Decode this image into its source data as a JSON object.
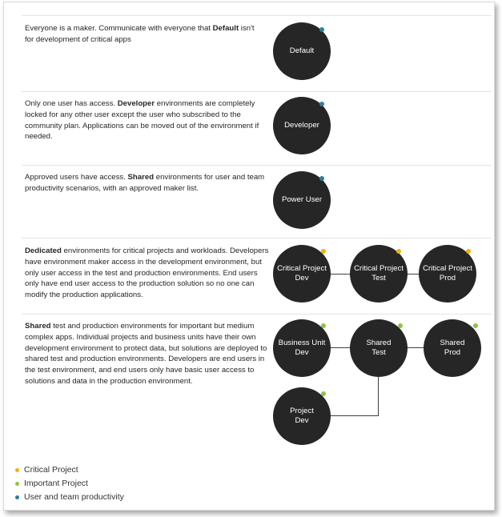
{
  "colors": {
    "critical": "#f0b400",
    "important": "#8cc63f",
    "productivity": "#2f7f97",
    "node_fill": "#262626"
  },
  "rows": [
    {
      "segments": [
        {
          "t": "Everyone is a maker. Communicate with everyone that ",
          "b": false
        },
        {
          "t": "Default",
          "b": true
        },
        {
          "t": " isn't for development of critical apps",
          "b": false
        }
      ],
      "nodes": [
        {
          "label": "Default",
          "category": "productivity"
        }
      ]
    },
    {
      "segments": [
        {
          "t": "Only one user has access. ",
          "b": false
        },
        {
          "t": "Developer",
          "b": true
        },
        {
          "t": " environments are completely locked for any other user except the user who subscribed to the community plan. Applications can be moved out of the environment if needed.",
          "b": false
        }
      ],
      "nodes": [
        {
          "label": "Developer",
          "category": "productivity"
        }
      ]
    },
    {
      "segments": [
        {
          "t": "Approved users have access. ",
          "b": false
        },
        {
          "t": "Shared",
          "b": true
        },
        {
          "t": " environments for user and team productivity scenarios, with an approved maker list.",
          "b": false
        }
      ],
      "nodes": [
        {
          "label": "Power User",
          "category": "productivity"
        }
      ]
    },
    {
      "segments": [
        {
          "t": "Dedicated",
          "b": true
        },
        {
          "t": " environments for critical projects and workloads. Developers have environment maker access in the development environment, but only user access in the test and production environments. End users only have end user access to the production solution so no one can modify the production applications.",
          "b": false
        }
      ],
      "nodes": [
        {
          "label": "Critical Project\nDev",
          "category": "critical"
        },
        {
          "label": "Critical Project\nTest",
          "category": "critical"
        },
        {
          "label": "Critical Project\nProd",
          "category": "critical"
        }
      ]
    },
    {
      "segments": [
        {
          "t": "Shared",
          "b": true
        },
        {
          "t": " test and production environments for important but medium complex apps. Individual projects and business units have their own development environment to protect data, but solutions are deployed to shared test and production environments. Developers are end users in the test environment, and end users only have basic user access to solutions and data in the production environment.",
          "b": false
        }
      ],
      "nodes": [
        {
          "label": "Business Unit\nDev",
          "category": "important"
        },
        {
          "label": "Shared\nTest",
          "category": "important"
        },
        {
          "label": "Shared\nProd",
          "category": "important"
        },
        {
          "label": "Project\nDev",
          "category": "important"
        }
      ]
    }
  ],
  "legend": [
    {
      "label": "Critical Project",
      "category": "critical"
    },
    {
      "label": "Important Project",
      "category": "important"
    },
    {
      "label": "User and team productivity",
      "category": "productivity"
    }
  ]
}
